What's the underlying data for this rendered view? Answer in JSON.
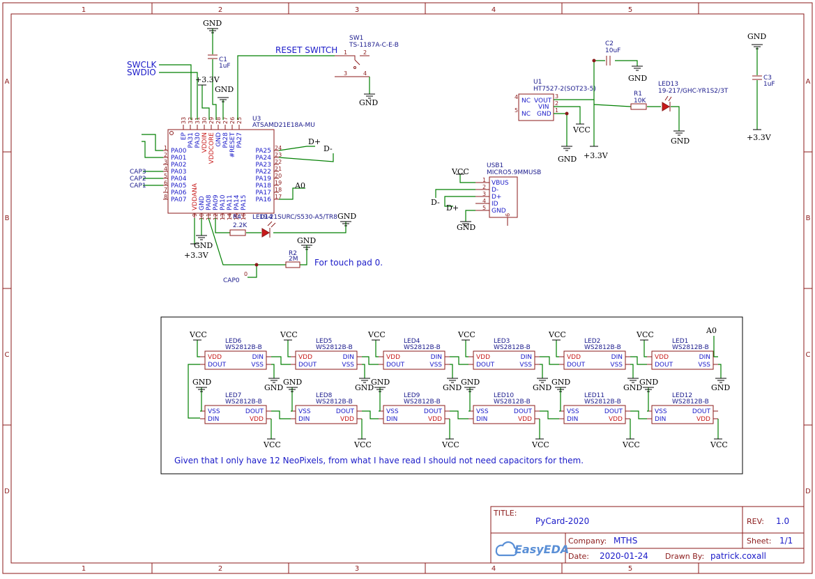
{
  "frame": {
    "columns": [
      "1",
      "2",
      "3",
      "4",
      "5"
    ],
    "rows": [
      "A",
      "B",
      "C",
      "D"
    ]
  },
  "title_block": {
    "title_label": "TITLE:",
    "title": "PyCard-2020",
    "rev_label": "REV:",
    "rev": "1.0",
    "company_label": "Company:",
    "company": "MTHS",
    "sheet_label": "Sheet:",
    "sheet": "1/1",
    "date_label": "Date:",
    "date": "2020-01-24",
    "drawn_label": "Drawn By:",
    "drawn_by": "patrick.coxall",
    "logo_text": "EasyEDA"
  },
  "labels": {
    "reset_switch": "RESET SWITCH",
    "swclk": "SWCLK",
    "swdio": "SWDIO",
    "touch_note": "For touch pad 0.",
    "neopixel_note": "Given that I only have 12 NeoPixels, from what I have read I should not need capacitors for them."
  },
  "nets": {
    "gnd": "GND",
    "v33": "+3.3V",
    "vcc": "VCC",
    "a0": "A0",
    "dplus": "D+",
    "dminus": "D-",
    "cap1": "CAP1",
    "cap2": "CAP2",
    "cap3": "CAP3",
    "cap0": "CAP0"
  },
  "components": {
    "u3": {
      "ref": "U3",
      "part": "ATSAMD21E18A-MU"
    },
    "sw1": {
      "ref": "SW1",
      "part": "TS-1187A-C-E-B"
    },
    "c1": {
      "ref": "C1",
      "value": "1uF"
    },
    "c2": {
      "ref": "C2",
      "value": "10uF"
    },
    "c3": {
      "ref": "C3",
      "value": "1uF"
    },
    "u1": {
      "ref": "U1",
      "part": "HT7527-2(SOT23-5)"
    },
    "r1": {
      "ref": "R1",
      "value": "10K"
    },
    "led13": {
      "ref": "LED13",
      "part": "19-217/GHC-YR1S2/3T"
    },
    "usb1": {
      "ref": "USB1",
      "part": "MICRO5.9MMUSB"
    },
    "r2": {
      "ref": "R2",
      "value": "2M"
    },
    "r4": {
      "ref": "R4",
      "value": "2.2K"
    },
    "led14": {
      "ref": "LED14",
      "part": "19-21SURC/S530-A5/TR8"
    }
  },
  "u3_pins": {
    "left": [
      {
        "num": "1",
        "name": "PA00"
      },
      {
        "num": "2",
        "name": "PA01"
      },
      {
        "num": "3",
        "name": "PA02"
      },
      {
        "num": "4",
        "name": "PA03"
      },
      {
        "num": "5",
        "name": "PA04"
      },
      {
        "num": "6",
        "name": "PA05"
      },
      {
        "num": "7",
        "name": "PA06"
      },
      {
        "num": "8",
        "name": "PA07"
      }
    ],
    "right": [
      {
        "num": "24",
        "name": "PA25"
      },
      {
        "num": "23",
        "name": "PA24"
      },
      {
        "num": "22",
        "name": "PA23"
      },
      {
        "num": "21",
        "name": "PA22"
      },
      {
        "num": "20",
        "name": "PA19"
      },
      {
        "num": "19",
        "name": "PA18"
      },
      {
        "num": "18",
        "name": "PA17"
      },
      {
        "num": "17",
        "name": "PA16"
      }
    ],
    "top": [
      {
        "num": "33",
        "name": "EP"
      },
      {
        "num": "32",
        "name": "PA31"
      },
      {
        "num": "31",
        "name": "PA30"
      },
      {
        "num": "30",
        "name": "VDDIN"
      },
      {
        "num": "29",
        "name": "VDDCORE"
      },
      {
        "num": "28",
        "name": "GND"
      },
      {
        "num": "27",
        "name": "PA28"
      },
      {
        "num": "26",
        "name": "#RESET"
      },
      {
        "num": "25",
        "name": "PA27"
      }
    ],
    "bottom": [
      {
        "num": "9",
        "name": "VDDANA"
      },
      {
        "num": "10",
        "name": "GND"
      },
      {
        "num": "11",
        "name": "PA08"
      },
      {
        "num": "12",
        "name": "PA09"
      },
      {
        "num": "13",
        "name": "PA10"
      },
      {
        "num": "14",
        "name": "PA11"
      },
      {
        "num": "15",
        "name": "PA14"
      },
      {
        "num": "16",
        "name": "PA15"
      }
    ]
  },
  "u1_pins": {
    "left": [
      {
        "num": "4",
        "name": "NC"
      },
      {
        "num": "5",
        "name": "NC"
      }
    ],
    "right": [
      {
        "num": "3",
        "name": "VOUT"
      },
      {
        "num": "2",
        "name": "VIN"
      },
      {
        "num": "1",
        "name": "GND"
      }
    ]
  },
  "usb_pins": [
    {
      "num": "1",
      "name": "VBUS"
    },
    {
      "num": "2",
      "name": "D-"
    },
    {
      "num": "3",
      "name": "D+"
    },
    {
      "num": "4",
      "name": "ID"
    },
    {
      "num": "5",
      "name": "GND"
    }
  ],
  "usb_extra_pin": "6",
  "sw_pins": [
    "1",
    "2",
    "3",
    "4"
  ],
  "passive_pins": {
    "one": "1",
    "two": "2",
    "zero": "0"
  },
  "ws2812": {
    "part": "WS2812B-B",
    "pin_vdd": "VDD",
    "pin_dout": "DOUT",
    "pin_din": "DIN",
    "pin_vss": "VSS",
    "top_row": [
      "LED6",
      "LED5",
      "LED4",
      "LED3",
      "LED2",
      "LED1"
    ],
    "bottom_row": [
      "LED7",
      "LED8",
      "LED9",
      "LED10",
      "LED11",
      "LED12"
    ]
  }
}
